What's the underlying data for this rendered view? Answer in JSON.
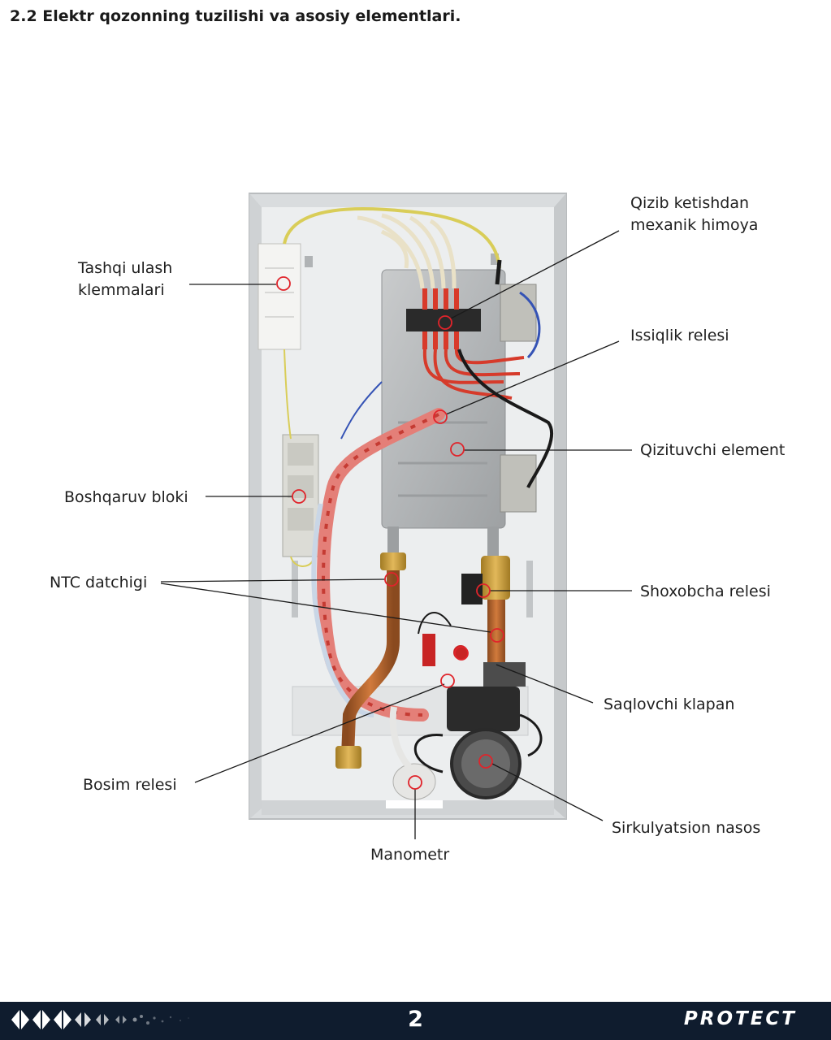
{
  "page": {
    "section_title": "2.2 Elektr qozonning tuzilishi va asosiy elementlari.",
    "page_number": "2",
    "brand": "PROTECT"
  },
  "labels": {
    "qizib_1": "Qizib ketishdan",
    "qizib_2": "mexanik himoya",
    "tashqi_1": "Tashqi ulash",
    "tashqi_2": "klemmalari",
    "issiqlik": "Issiqlik relesi",
    "qizituvchi": "Qizituvchi element",
    "boshqaruv": "Boshqaruv bloki",
    "ntc": "NTC datchigi",
    "shoxobcha": "Shoxobcha relesi",
    "saqlovchi": "Saqlovchi klapan",
    "bosim": "Bosim relesi",
    "sirkulyatsion": "Sirkulyatsion nasos",
    "manometr": "Manometr"
  },
  "colors": {
    "marker": "#e0242b",
    "footer_bg": "#0f1c2e",
    "copper": "#b8652d",
    "panel": "#e4e6e8"
  }
}
